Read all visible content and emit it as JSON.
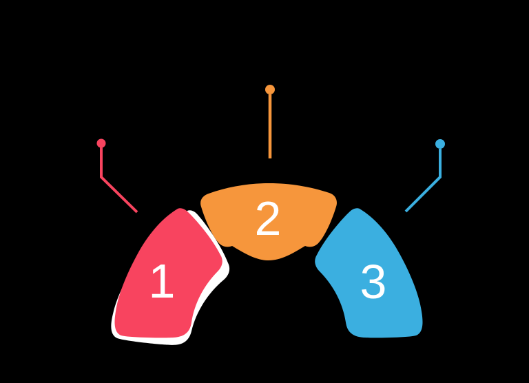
{
  "diagram_title": "three-step-arch-infographic",
  "steps": [
    {
      "number": "1",
      "color": "#f8445f"
    },
    {
      "number": "2",
      "color": "#f6963c"
    },
    {
      "number": "3",
      "color": "#3bafe0"
    }
  ],
  "colors": {
    "background": "#000000",
    "number_text": "#ffffff",
    "highlight_outline": "#ffffff"
  }
}
